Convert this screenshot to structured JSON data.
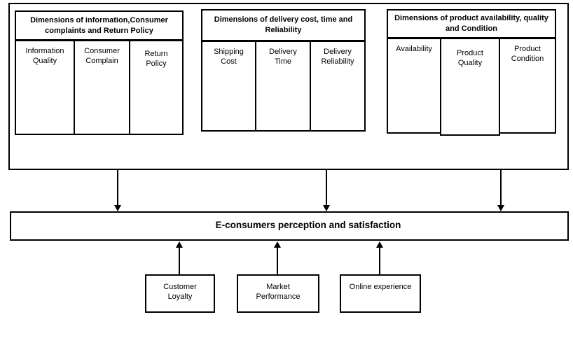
{
  "diagram": {
    "groups": [
      {
        "title": "Dimensions of information,Consumer\ncomplaints and Return Policy",
        "columns": [
          "Information\nQuality",
          "Consumer\nComplain",
          "Return\nPolicy"
        ]
      },
      {
        "title": "Dimensions of delivery cost, time and\nReliability",
        "columns": [
          "Shipping\nCost",
          "Delivery\nTime",
          "Delivery\nReliability"
        ]
      },
      {
        "title": "Dimensions of product availability, quality\nand Condition",
        "columns": [
          "Availability",
          "Product\nQuality",
          "Product\nCondition"
        ]
      }
    ],
    "perception_box": "E-consumers perception and satisfaction",
    "outcome_boxes": [
      "Customer\nLoyalty",
      "Market\nPerformance",
      "Online experience"
    ],
    "colors": {
      "line": "#000000",
      "background": "#ffffff",
      "text": "#000000"
    }
  }
}
